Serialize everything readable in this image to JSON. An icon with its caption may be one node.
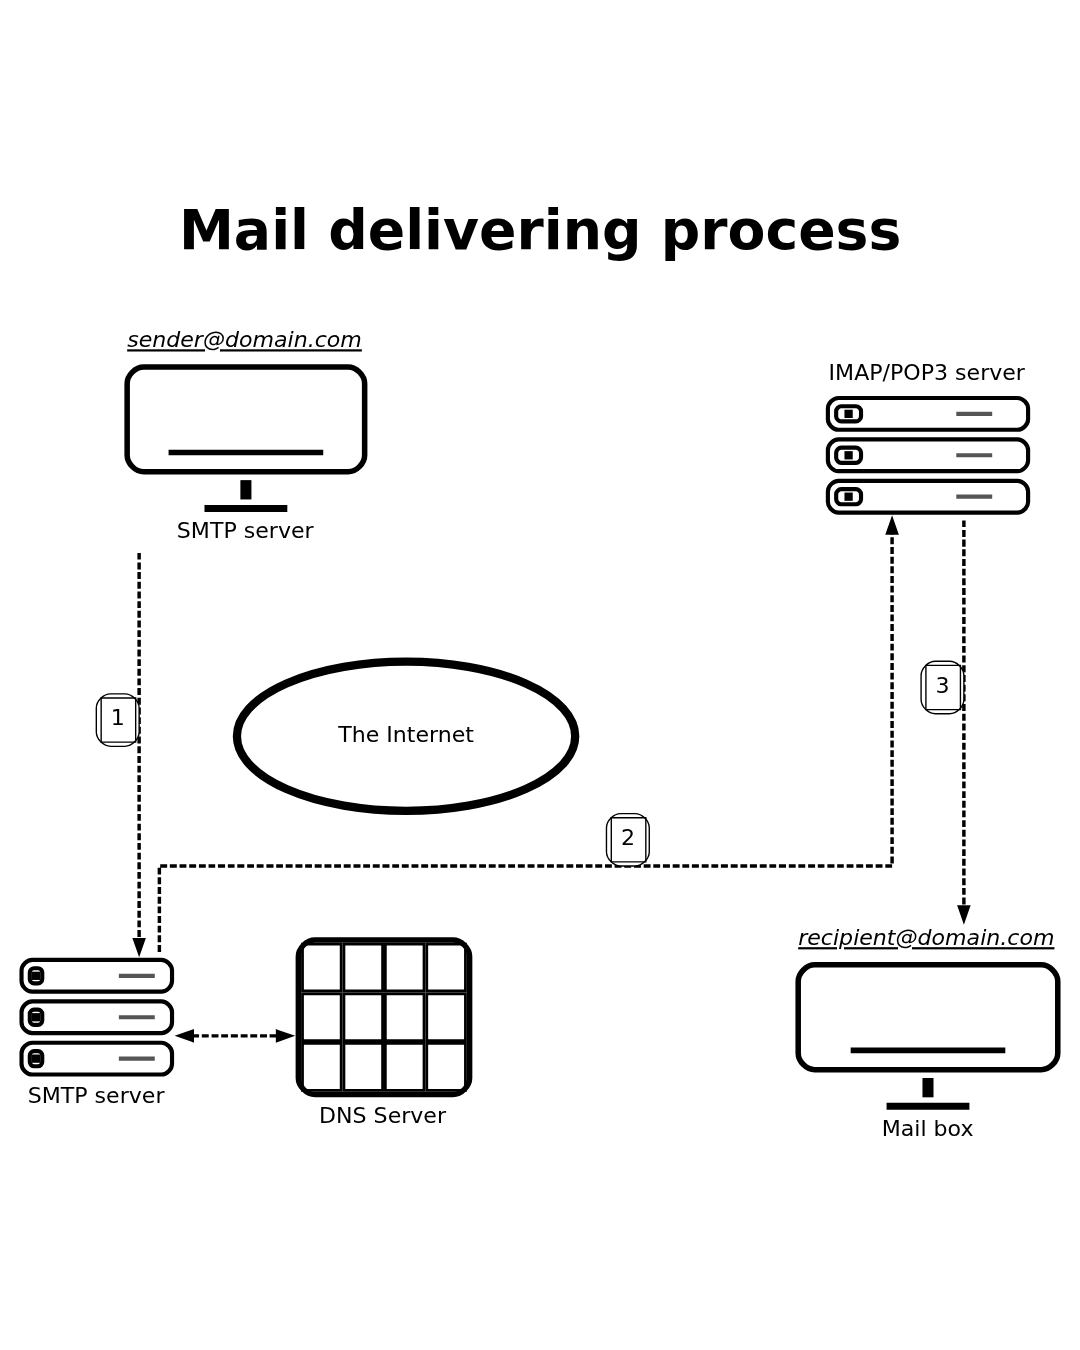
{
  "diagram": {
    "title": "Mail delivering process",
    "nodes": [
      {
        "text": [
          "sender@domain.com",
          "SMTP server"
        ]
      },
      {
        "text": [
          "SMTP server"
        ]
      },
      {
        "text": [
          "The Internet"
        ]
      },
      {
        "text": [
          "IMAP/POP3 server"
        ]
      },
      {
        "text": [
          "DNS Server"
        ]
      },
      {
        "text": [
          "recipient@domain.com",
          "Mail box"
        ]
      }
    ],
    "edges": [
      {
        "from": 0,
        "to": 1,
        "arrow": "to",
        "label": "1",
        "style": "dashed"
      },
      {
        "from": 1,
        "to": 3,
        "arrow": "to",
        "label": "2",
        "style": "dashed"
      },
      {
        "from": 1,
        "to": 4,
        "arrow": "both",
        "style": "dashed"
      },
      {
        "from": 3,
        "to": 5,
        "arrow": "to",
        "label": "3",
        "style": "dashed"
      }
    ]
  }
}
